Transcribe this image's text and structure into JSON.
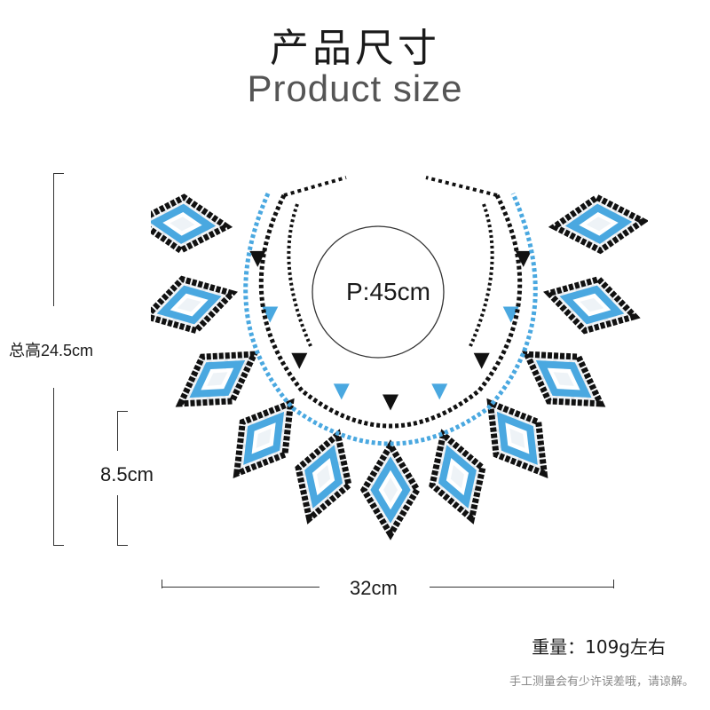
{
  "header": {
    "title_cn": "产品尺寸",
    "title_en": "Product size"
  },
  "dimensions": {
    "total_height": "总高24.5cm",
    "panel_height": "8.5cm",
    "width": "32cm",
    "perimeter": "P:45cm"
  },
  "footer": {
    "weight": "重量：109g左右",
    "note": "手工测量会有少许误差哦，请谅解。"
  },
  "colors": {
    "bead_blue": "#4aa8e0",
    "bead_black": "#111111",
    "bead_white": "#f4f6f8"
  }
}
